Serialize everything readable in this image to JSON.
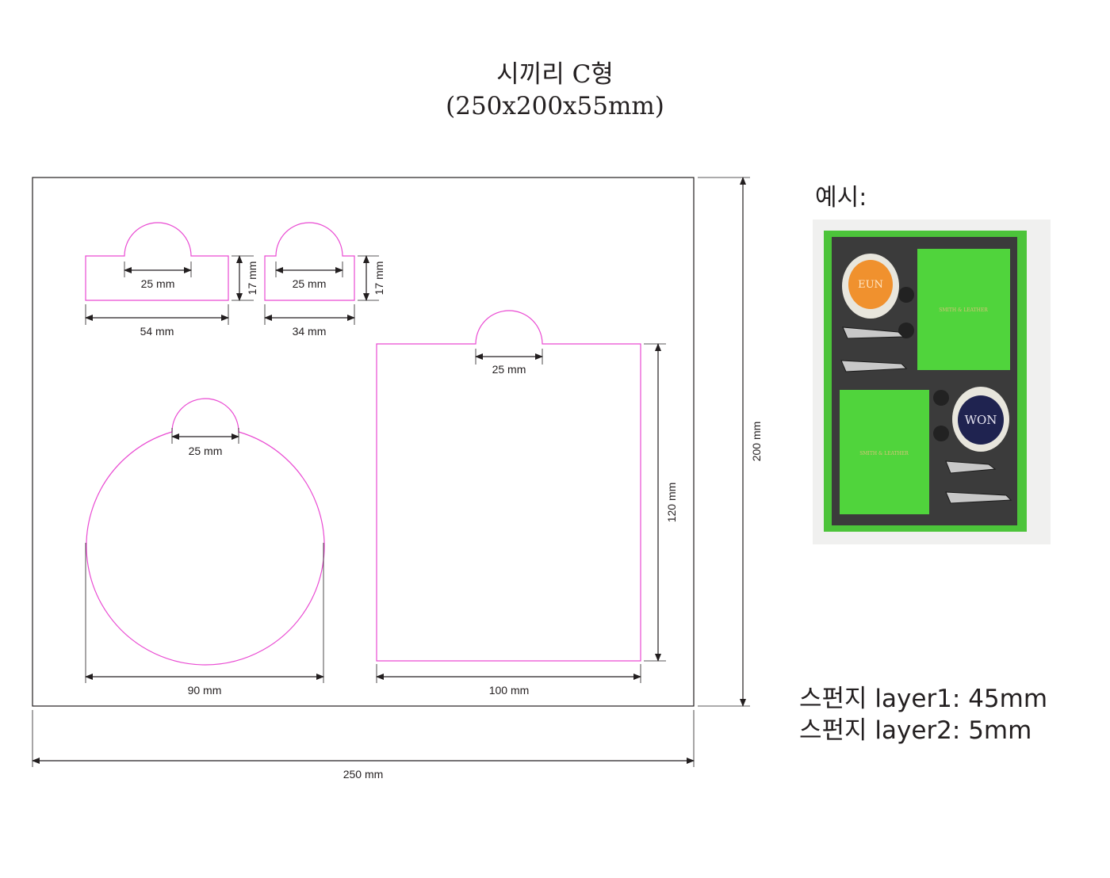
{
  "title": {
    "line1": "시끼리 C형",
    "line2": "(250x200x55mm)"
  },
  "dimensions": {
    "overall_width": "250 mm",
    "overall_height": "200 mm",
    "small1_notch": "25 mm",
    "small1_width": "54 mm",
    "small1_height": "17 mm",
    "small2_notch": "25 mm",
    "small2_width": "34 mm",
    "small2_height": "17 mm",
    "circle_notch": "25 mm",
    "circle_diameter": "90 mm",
    "rect_notch": "25 mm",
    "rect_width": "100 mm",
    "rect_height": "120 mm"
  },
  "example": {
    "label": "예시:",
    "tag_orange": "EUN",
    "tag_navy": "WON",
    "card_brand_1": "SMITH & LEATHER",
    "card_brand_2": "SMITH & LEATHER"
  },
  "specs": {
    "layer1": "스펀지 layer1: 45mm",
    "layer2": "스펀지 layer2: 5mm"
  },
  "colors": {
    "outline": "#231f20",
    "cutout": "#e94ad2",
    "green": "#4cc43a",
    "orange": "#f0912e",
    "navy": "#1f2350",
    "foam": "#3b3b3b"
  }
}
